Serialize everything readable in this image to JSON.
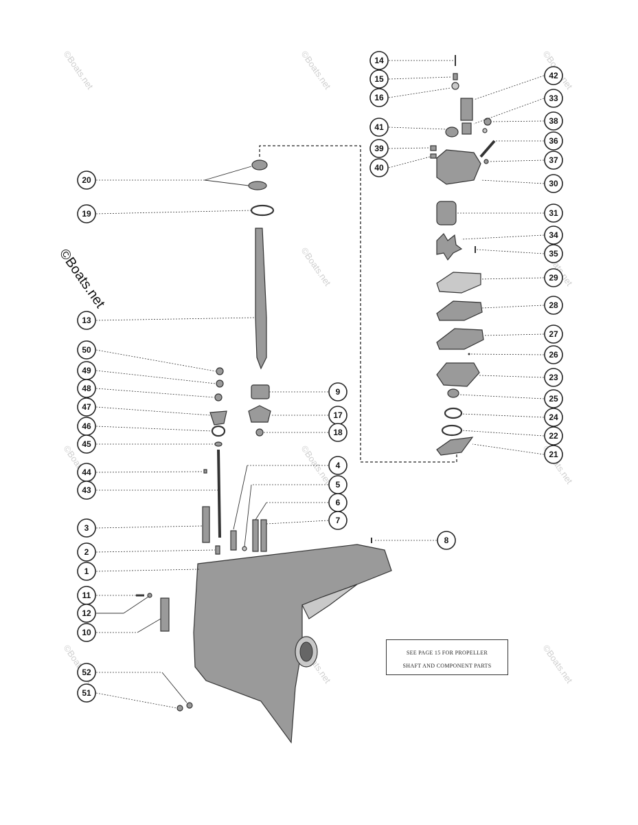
{
  "watermark": "©Boats.net",
  "note": {
    "line1": "SEE PAGE 15 FOR PROPELLER",
    "line2": "SHAFT AND COMPONENT PARTS"
  },
  "callouts": [
    {
      "n": "14"
    },
    {
      "n": "15"
    },
    {
      "n": "16"
    },
    {
      "n": "42"
    },
    {
      "n": "33"
    },
    {
      "n": "41"
    },
    {
      "n": "38"
    },
    {
      "n": "39"
    },
    {
      "n": "36"
    },
    {
      "n": "40"
    },
    {
      "n": "37"
    },
    {
      "n": "20"
    },
    {
      "n": "30"
    },
    {
      "n": "19"
    },
    {
      "n": "31"
    },
    {
      "n": "34"
    },
    {
      "n": "35"
    },
    {
      "n": "29"
    },
    {
      "n": "13"
    },
    {
      "n": "28"
    },
    {
      "n": "27"
    },
    {
      "n": "50"
    },
    {
      "n": "26"
    },
    {
      "n": "49"
    },
    {
      "n": "23"
    },
    {
      "n": "48"
    },
    {
      "n": "9"
    },
    {
      "n": "47"
    },
    {
      "n": "17"
    },
    {
      "n": "25"
    },
    {
      "n": "24"
    },
    {
      "n": "46"
    },
    {
      "n": "18"
    },
    {
      "n": "22"
    },
    {
      "n": "45"
    },
    {
      "n": "21"
    },
    {
      "n": "4"
    },
    {
      "n": "44"
    },
    {
      "n": "5"
    },
    {
      "n": "43"
    },
    {
      "n": "6"
    },
    {
      "n": "3"
    },
    {
      "n": "7"
    },
    {
      "n": "8"
    },
    {
      "n": "2"
    },
    {
      "n": "1"
    },
    {
      "n": "11"
    },
    {
      "n": "12"
    },
    {
      "n": "10"
    },
    {
      "n": "52"
    },
    {
      "n": "51"
    }
  ]
}
